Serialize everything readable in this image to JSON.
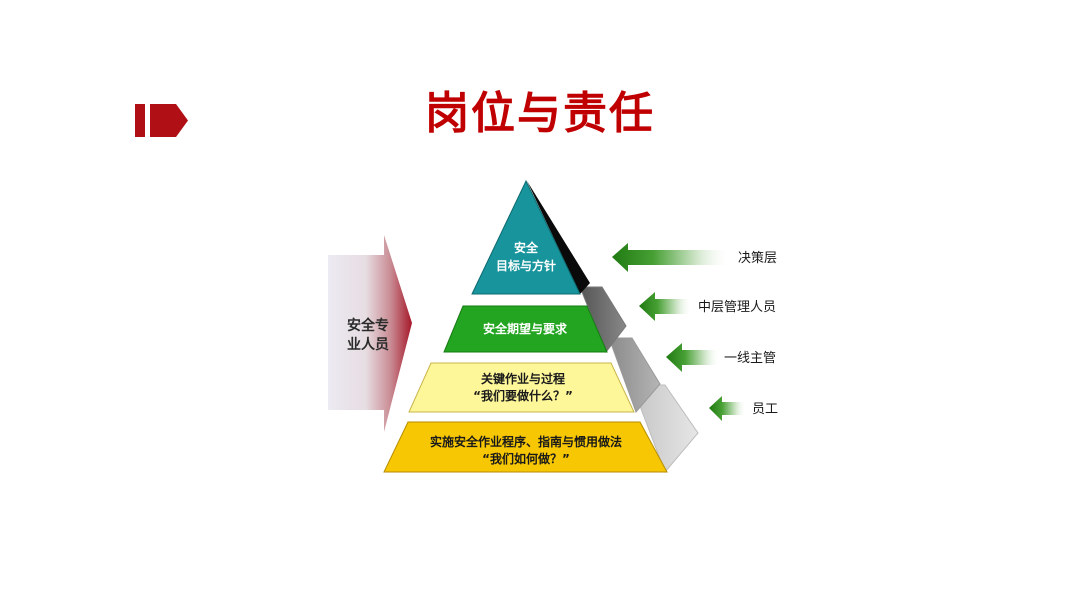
{
  "slide": {
    "title": "岗位与责任"
  },
  "side_arrow": {
    "line1": "安全专",
    "line2": "业人员"
  },
  "pyramid": {
    "tier1": {
      "line1": "安全",
      "line2": "目标与方针",
      "color": "#17949c"
    },
    "tier2": {
      "line1": "安全期望与要求",
      "color": "#23a521"
    },
    "tier3": {
      "line1": "关键作业与过程",
      "line2": "“我们要做什么？”",
      "color": "#fdf79a"
    },
    "tier4": {
      "line1": "实施安全作业程序、指南与惯用做法",
      "line2": "“我们如何做？”",
      "color": "#f7c703"
    }
  },
  "roles": [
    {
      "label": "决策层"
    },
    {
      "label": "中层管理人员"
    },
    {
      "label": "一线主管"
    },
    {
      "label": "员工"
    }
  ],
  "colors": {
    "accent": "#c00000",
    "arrow_green": "#2e8b1e"
  }
}
